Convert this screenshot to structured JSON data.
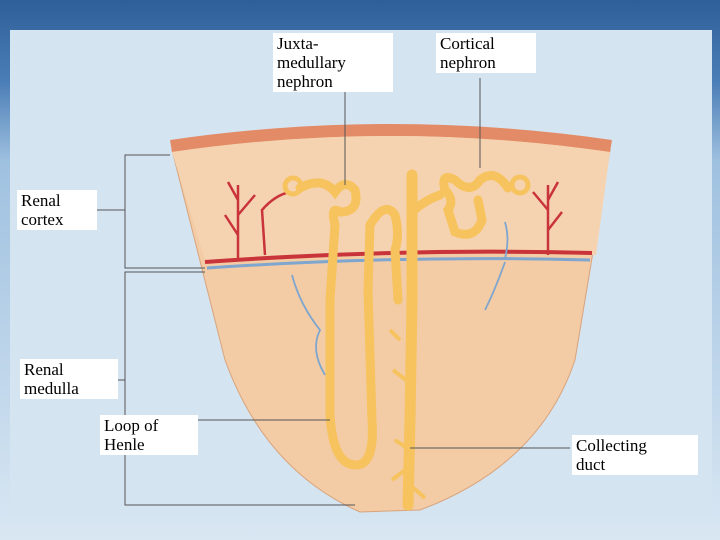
{
  "labels": {
    "juxtamedullary": "Juxta-\nmedullary\nnephron",
    "cortical": "Cortical\nnephron",
    "renal_cortex": "Renal\ncortex",
    "renal_medulla": "Renal\nmedulla",
    "loop_of_henle": "Loop of\nHenle",
    "collecting_duct": "Collecting\nduct"
  },
  "colors": {
    "frame": "#3f6fa6",
    "slide": "#d5e4f1",
    "tissue": "#f2c9a2",
    "capsule": "#e58a68",
    "tubule": "#f6c35f",
    "vessel_red": "#c9333a",
    "vessel_blue": "#7ea6cf"
  }
}
